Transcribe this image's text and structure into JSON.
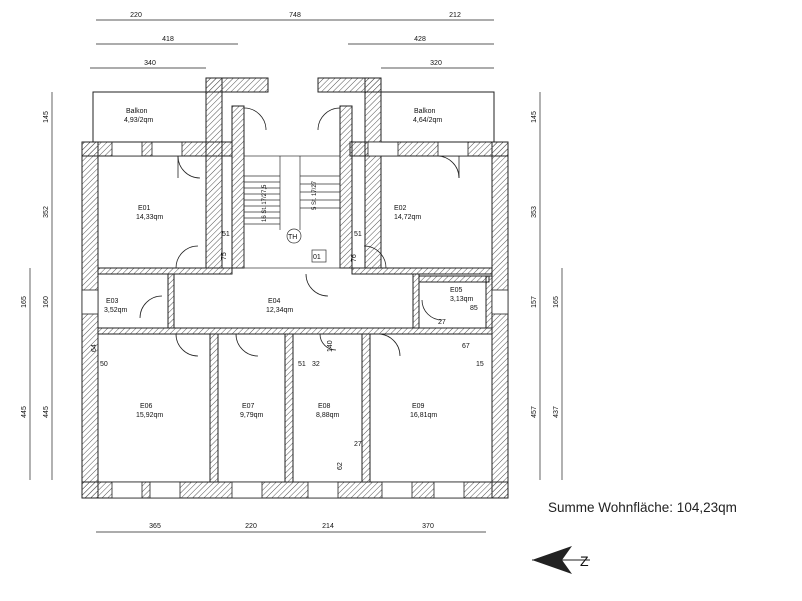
{
  "summary": {
    "label": "Summe Wohnfläche: 104,23qm"
  },
  "stair_marks": {
    "th": "TH",
    "flat_no": "01",
    "flight_a": "16 St. 17/27,5",
    "flight_b": "5 St. 17/27"
  },
  "north_arrow": {
    "letter": "Z"
  },
  "rooms": [
    {
      "id": "balkon-left",
      "name": "Balkon",
      "area": "4,93/2qm"
    },
    {
      "id": "balkon-right",
      "name": "Balkon",
      "area": "4,64/2qm"
    },
    {
      "id": "e01",
      "name": "E01",
      "area": "14,33qm"
    },
    {
      "id": "e02",
      "name": "E02",
      "area": "14,72qm"
    },
    {
      "id": "e03",
      "name": "E03",
      "area": "3,52qm"
    },
    {
      "id": "e04",
      "name": "E04",
      "area": "12,34qm"
    },
    {
      "id": "e05",
      "name": "E05",
      "area": "3,13qm"
    },
    {
      "id": "e06",
      "name": "E06",
      "area": "15,92qm"
    },
    {
      "id": "e07",
      "name": "E07",
      "area": "9,79qm"
    },
    {
      "id": "e08",
      "name": "E08",
      "area": "8,88qm"
    },
    {
      "id": "e09",
      "name": "E09",
      "area": "16,81qm"
    }
  ],
  "dims_top": [
    "220",
    "748",
    "212",
    "418",
    "428",
    "340",
    "320"
  ],
  "dims_bottom": [
    "365",
    "220",
    "214",
    "370"
  ],
  "dims_left": [
    "145",
    "352",
    "165",
    "160",
    "445",
    "445"
  ],
  "dims_right": [
    "145",
    "353",
    "157",
    "165",
    "457",
    "437"
  ],
  "dims_inner": [
    "51",
    "75",
    "51",
    "76",
    "85",
    "64",
    "50",
    "51",
    "32",
    "140",
    "67",
    "15",
    "27",
    "62",
    "27"
  ]
}
